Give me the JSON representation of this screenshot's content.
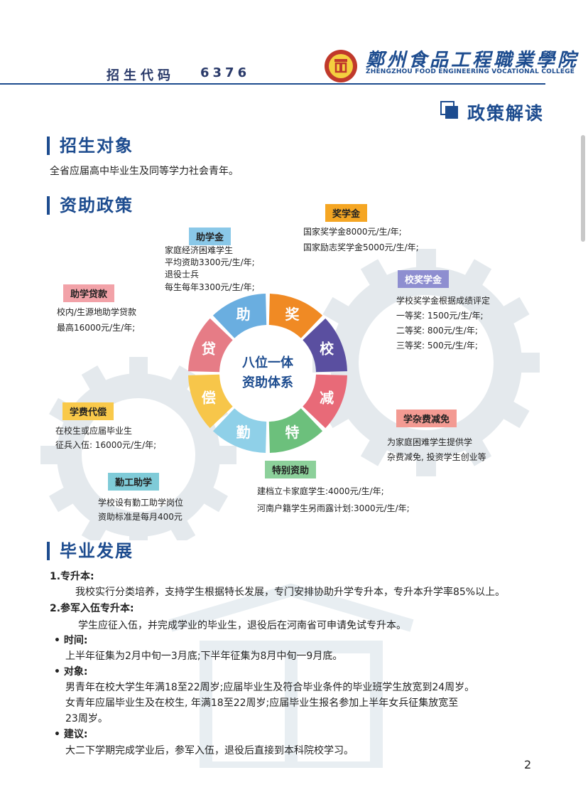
{
  "header": {
    "enroll_code_label": "招生代码",
    "enroll_code_value": "6376",
    "school_name_zh": "鄭州食品工程職業學院",
    "school_name_en": "ZHENGZHOU FOOD ENGINEERING VOCATIONAL COLLEGE"
  },
  "policy_title": "政策解读",
  "admission": {
    "heading": "招生对象",
    "text": "全省应届高中毕业生及同等学力社会青年。"
  },
  "aid": {
    "heading": "资助政策",
    "center_line1": "八位一体",
    "center_line2": "资助体系",
    "segments": [
      "奖",
      "校",
      "减",
      "特",
      "勤",
      "偿",
      "贷",
      "助"
    ],
    "scholarship": {
      "title": "奖学金",
      "lines": [
        "国家奖学金8000元/生/年;",
        "国家励志奖学金5000元/生/年;"
      ]
    },
    "grant": {
      "title": "助学金",
      "lines": [
        "家庭经济困难学生",
        "平均资助3300元/生/年;",
        "退役士兵",
        "每生每年3300元/生/年;"
      ]
    },
    "loan": {
      "title": "助学贷款",
      "lines": [
        "校内/生源地助学贷款",
        "最高16000元/生/年;"
      ]
    },
    "school_scholarship": {
      "title": "校奖学金",
      "lines": [
        "学校奖学金根据成绩评定",
        "一等奖: 1500元/生/年;",
        "二等奖: 800元/生/年;",
        "三等奖: 500元/生/年;"
      ]
    },
    "tuition_comp": {
      "title": "学费代偿",
      "lines": [
        "在校生或应届毕业生",
        "征兵入伍: 16000元/生/年;"
      ]
    },
    "fee_waiver": {
      "title": "学杂费减免",
      "lines": [
        "为家庭困难学生提供学",
        "杂费减免, 投资学生创业等"
      ]
    },
    "work_study": {
      "title": "勤工助学",
      "lines": [
        "学校设有勤工助学岗位",
        "资助标准是每月400元"
      ]
    },
    "special": {
      "title": "特别资助",
      "lines": [
        "建档立卡家庭学生:4000元/生/年;",
        "河南户籍学生另雨露计划:3000元/生/年;"
      ]
    }
  },
  "career": {
    "heading": "毕业发展",
    "item1_title": "1.专升本:",
    "item1_text": "我校实行分类培养，支持学生根据特长发展，专门安排协助升学专升本，专升本升学率85%以上。",
    "item2_title": "2.参军入伍专升本:",
    "item2_text": "学生应征入伍，并完成学业的毕业生，退役后在河南省可申请免试专升本。",
    "time_label": "时间:",
    "time_text": "上半年征集为2月中旬一3月底;下半年征集为8月中旬一9月底。",
    "target_label": "对象:",
    "target_line1": "男青年在校大学生年满18至22周岁;应届毕业生及符合毕业条件的毕业班学生放宽到24周岁。",
    "target_line2": "女青年应届毕业生及在校生, 年满18至22周岁;应届毕业生报名参加上半年女兵征集放宽至",
    "target_line3": "23周岁。",
    "advice_label": "建议:",
    "advice_text": "大二下学期完成学业后，参军入伍，退役后直接到本科院校学习。"
  },
  "page_number": "2",
  "colors": {
    "brand_blue": "#1d4c8f",
    "gear_gray": "#e3e8ec"
  }
}
